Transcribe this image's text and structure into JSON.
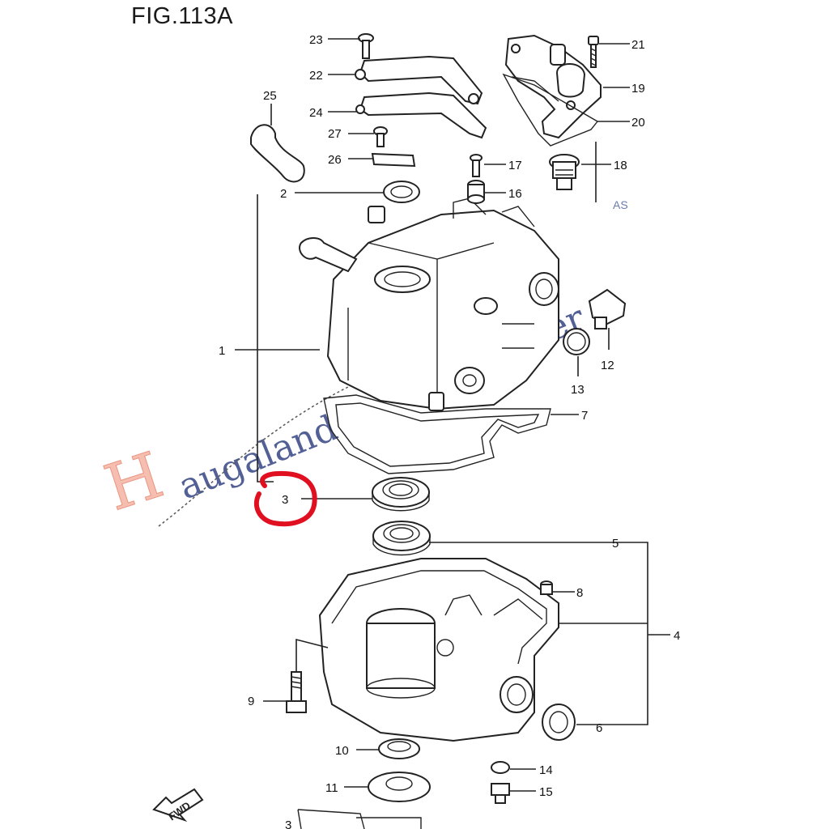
{
  "figure": {
    "title": "FIG.113A"
  },
  "callouts": {
    "c1": "1",
    "c2": "2",
    "c3": "3",
    "c4": "4",
    "c5": "5",
    "c6": "6",
    "c7": "7",
    "c8": "8",
    "c9": "9",
    "c10": "10",
    "c11": "11",
    "c12": "12",
    "c13": "13",
    "c14": "14",
    "c15": "15",
    "c16": "16",
    "c17": "17",
    "c18": "18",
    "c19": "19",
    "c20": "20",
    "c21": "21",
    "c22": "22",
    "c23": "23",
    "c24": "24",
    "c25": "25",
    "c26": "26",
    "c27": "27",
    "c3b": "3"
  },
  "fwd_label": "FWD",
  "watermark": {
    "initial": "H",
    "word1": "augaland",
    "word2": "Båt Senter",
    "suffix": "AS"
  },
  "highlight": {
    "target": "3",
    "color": "#e01020"
  },
  "colors": {
    "line": "#222222",
    "watermark_red": "#f4b7a7",
    "watermark_blue": "#3f4f8a"
  }
}
